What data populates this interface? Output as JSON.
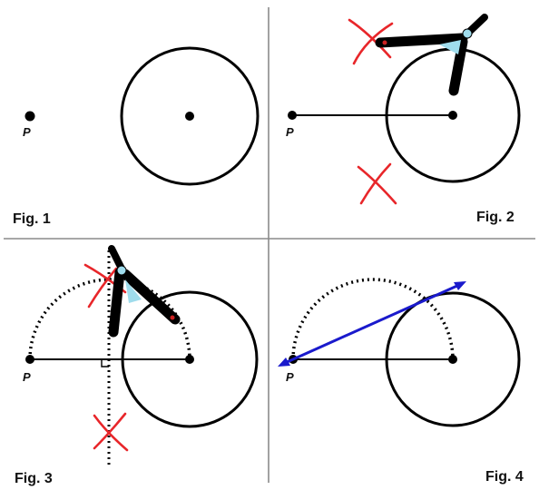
{
  "colors": {
    "ink": "#000000",
    "divider": "#8a8a8a",
    "arc_mark": "#e8262a",
    "tangent": "#1a1acc",
    "compass_hinge": "#9fdcec",
    "compass_tip": "#cc2222"
  },
  "panels": [
    {
      "fig_label": "Fig. 1",
      "point_label": "P"
    },
    {
      "fig_label": "Fig. 2",
      "point_label": "P"
    },
    {
      "fig_label": "Fig. 3",
      "point_label": "P"
    },
    {
      "fig_label": "Fig. 4",
      "point_label": "P"
    }
  ]
}
